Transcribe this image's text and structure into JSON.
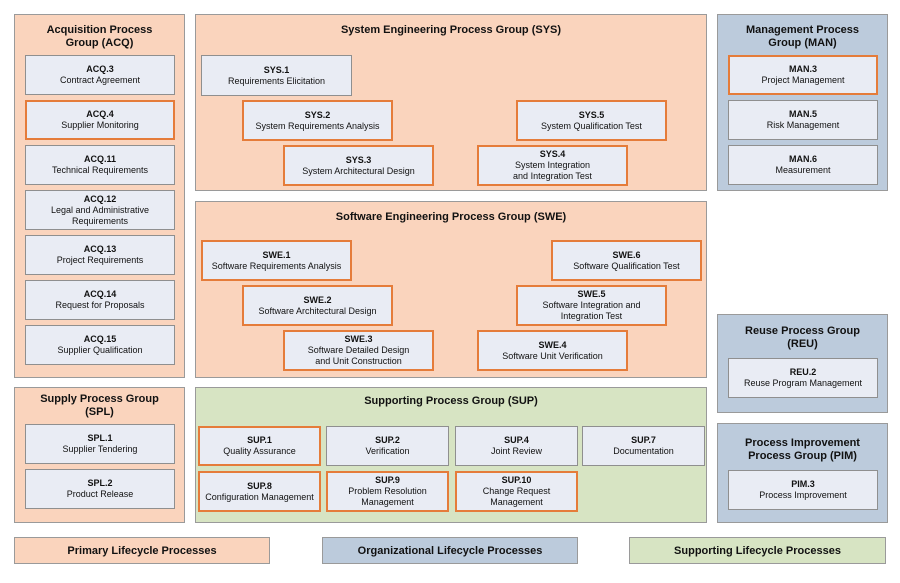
{
  "groups": {
    "acq": {
      "title": "Acquisition Process\nGroup (ACQ)"
    },
    "sys": {
      "title": "System Engineering Process Group (SYS)"
    },
    "man": {
      "title": "Management Process\nGroup (MAN)"
    },
    "swe": {
      "title": "Software Engineering Process Group (SWE)"
    },
    "reu": {
      "title": "Reuse Process Group\n(REU)"
    },
    "spl": {
      "title": "Supply Process Group\n(SPL)"
    },
    "sup": {
      "title": "Supporting Process Group (SUP)"
    },
    "pim": {
      "title": "Process Improvement\nProcess Group (PIM)"
    }
  },
  "processes": [
    {
      "id": "ACQ.3",
      "name": "Contract Agreement",
      "highlight": false
    },
    {
      "id": "ACQ.4",
      "name": "Supplier Monitoring",
      "highlight": true
    },
    {
      "id": "ACQ.11",
      "name": "Technical Requirements",
      "highlight": false
    },
    {
      "id": "ACQ.12",
      "name": "Legal and Administrative\nRequirements",
      "highlight": false
    },
    {
      "id": "ACQ.13",
      "name": "Project Requirements",
      "highlight": false
    },
    {
      "id": "ACQ.14",
      "name": "Request for Proposals",
      "highlight": false
    },
    {
      "id": "ACQ.15",
      "name": "Supplier Qualification",
      "highlight": false
    },
    {
      "id": "SYS.1",
      "name": "Requirements Elicitation",
      "highlight": false
    },
    {
      "id": "SYS.2",
      "name": "System Requirements Analysis",
      "highlight": true
    },
    {
      "id": "SYS.3",
      "name": "System Architectural Design",
      "highlight": true
    },
    {
      "id": "SYS.4",
      "name": "System Integration\nand Integration Test",
      "highlight": true
    },
    {
      "id": "SYS.5",
      "name": "System Qualification Test",
      "highlight": true
    },
    {
      "id": "MAN.3",
      "name": "Project Management",
      "highlight": true
    },
    {
      "id": "MAN.5",
      "name": "Risk Management",
      "highlight": false
    },
    {
      "id": "MAN.6",
      "name": "Measurement",
      "highlight": false
    },
    {
      "id": "SWE.1",
      "name": "Software Requirements Analysis",
      "highlight": true
    },
    {
      "id": "SWE.2",
      "name": "Software Architectural Design",
      "highlight": true
    },
    {
      "id": "SWE.3",
      "name": "Software Detailed Design\nand Unit Construction",
      "highlight": true
    },
    {
      "id": "SWE.4",
      "name": "Software Unit Verification",
      "highlight": true
    },
    {
      "id": "SWE.5",
      "name": "Software Integration and\nIntegration Test",
      "highlight": true
    },
    {
      "id": "SWE.6",
      "name": "Software Qualification Test",
      "highlight": true
    },
    {
      "id": "REU.2",
      "name": "Reuse Program Management",
      "highlight": false
    },
    {
      "id": "SPL.1",
      "name": "Supplier Tendering",
      "highlight": false
    },
    {
      "id": "SPL.2",
      "name": "Product Release",
      "highlight": false
    },
    {
      "id": "SUP.1",
      "name": "Quality Assurance",
      "highlight": true
    },
    {
      "id": "SUP.2",
      "name": "Verification",
      "highlight": false
    },
    {
      "id": "SUP.4",
      "name": "Joint Review",
      "highlight": false
    },
    {
      "id": "SUP.7",
      "name": "Documentation",
      "highlight": false
    },
    {
      "id": "SUP.8",
      "name": "Configuration Management",
      "highlight": true
    },
    {
      "id": "SUP.9",
      "name": "Problem Resolution\nManagement",
      "highlight": true
    },
    {
      "id": "SUP.10",
      "name": "Change Request\nManagement",
      "highlight": true
    },
    {
      "id": "PIM.3",
      "name": "Process Improvement",
      "highlight": false
    }
  ],
  "legend": {
    "primary": "Primary Lifecycle Processes",
    "organizational": "Organizational Lifecycle Processes",
    "supporting": "Supporting Lifecycle Processes"
  },
  "colors": {
    "primary": "#fad4bd",
    "organizational": "#bccbdc",
    "supporting": "#d7e4c3",
    "highlight_border": "#e57c3a"
  }
}
